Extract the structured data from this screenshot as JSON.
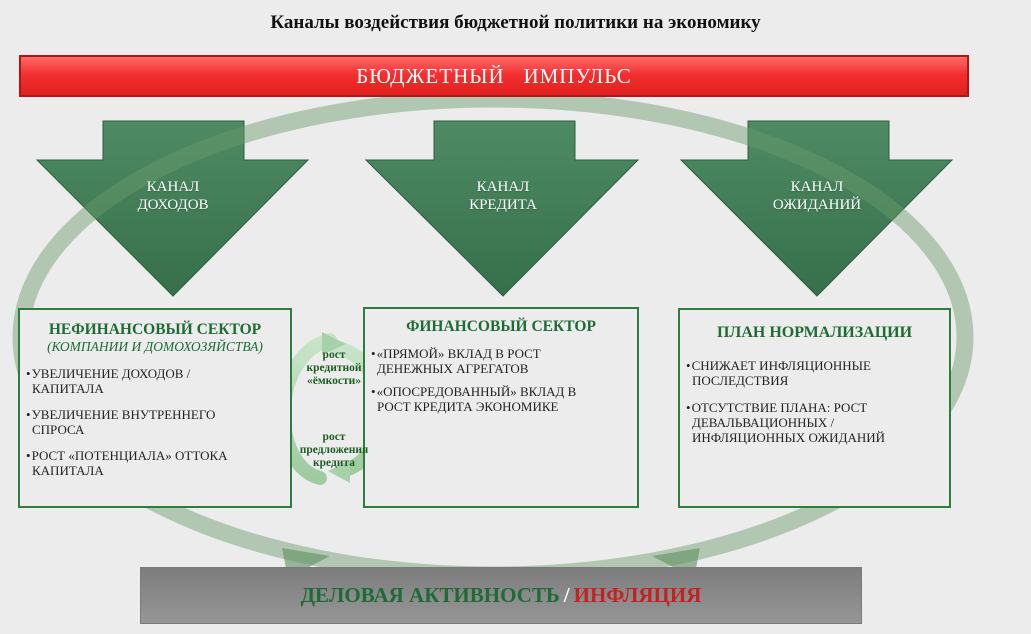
{
  "title": "Каналы воздействия бюджетной политики на экономику",
  "impulse": "БЮДЖЕТНЫЙ   ИМПУЛЬС",
  "channels": [
    {
      "line1": "КАНАЛ",
      "line2": "ДОХОДОВ"
    },
    {
      "line1": "КАНАЛ",
      "line2": "КРЕДИТА"
    },
    {
      "line1": "КАНАЛ",
      "line2": "ОЖИДАНИЙ"
    }
  ],
  "sectors": {
    "nonfinancial": {
      "heading": "НЕФИНАНСОВЫЙ СЕКТОР",
      "subheading": "(КОМПАНИИ И ДОМОХОЗЯЙСТВА)",
      "points": [
        "УВЕЛИЧЕНИЕ ДОХОДОВ / КАПИТАЛА",
        "УВЕЛИЧЕНИЕ ВНУТРЕННЕГО СПРОСА",
        "РОСТ «ПОТЕНЦИАЛА» ОТТОКА КАПИТАЛА"
      ]
    },
    "financial": {
      "heading": "ФИНАНСОВЫЙ СЕКТОР",
      "points": [
        "«ПРЯМОЙ» ВКЛАД В РОСТ ДЕНЕЖНЫХ АГРЕГАТОВ",
        "«ОПОСРЕДОВАННЫЙ» ВКЛАД В РОСТ КРЕДИТА ЭКОНОМИКЕ"
      ]
    },
    "normalization": {
      "heading": "ПЛАН НОРМАЛИЗАЦИИ",
      "points": [
        "СНИЖАЕТ ИНФЛЯЦИОННЫЕ ПОСЛЕДСТВИЯ",
        "ОТСУТСТВИЕ ПЛАНА: РОСТ ДЕВАЛЬВАЦИОННЫХ / ИНФЛЯЦИОННЫХ ОЖИДАНИЙ"
      ]
    }
  },
  "cycle": {
    "top": {
      "line1": "рост",
      "line2": "кредитной",
      "line3": "«ёмкости»"
    },
    "bottom": {
      "line1": "рост",
      "line2": "предложения",
      "line3": "кредита"
    }
  },
  "bottom": {
    "activity": "ДЕЛОВАЯ АКТИВНОСТЬ",
    "separator": "/",
    "inflation": "ИНФЛЯЦИЯ"
  },
  "colors": {
    "impulse_red": "#f23030",
    "arrow_green": "#3d7a55",
    "box_border_green": "#2e7d3f",
    "inflation_red": "#c62020",
    "bottom_gray": "#8a8a8a"
  }
}
